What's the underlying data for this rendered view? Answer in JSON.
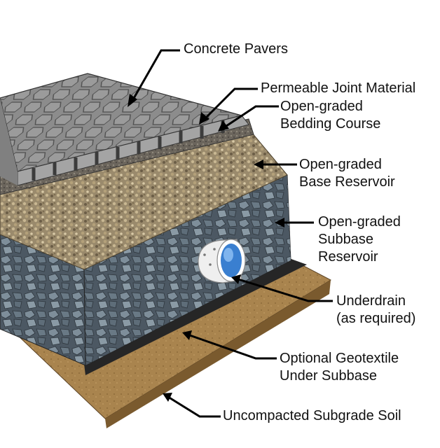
{
  "labels": {
    "concrete_pavers": "Concrete Pavers",
    "permeable_joint": "Permeable Joint Material",
    "bedding_course": [
      "Open-graded",
      "Bedding Course"
    ],
    "base_reservoir": [
      "Open-graded",
      "Base Reservoir"
    ],
    "subbase_reservoir": [
      "Open-graded",
      "Subbase",
      "Reservoir"
    ],
    "underdrain": [
      "Underdrain",
      "(as required)"
    ],
    "geotextile": [
      "Optional Geotextile",
      "Under Subbase"
    ],
    "subgrade": "Uncompacted Subgrade Soil"
  },
  "colors": {
    "paver_top": "#8a8a8a",
    "paver_side": "#9a9a9a",
    "joint": "#5d5a55",
    "bedding": "#6f6a62",
    "base_reservoir": "#a08f70",
    "subbase": "#5f6f7c",
    "geotextile": "#262626",
    "subgrade": "#a9844e",
    "pipe": "#eeeeee",
    "water": "#3a7fd0"
  }
}
